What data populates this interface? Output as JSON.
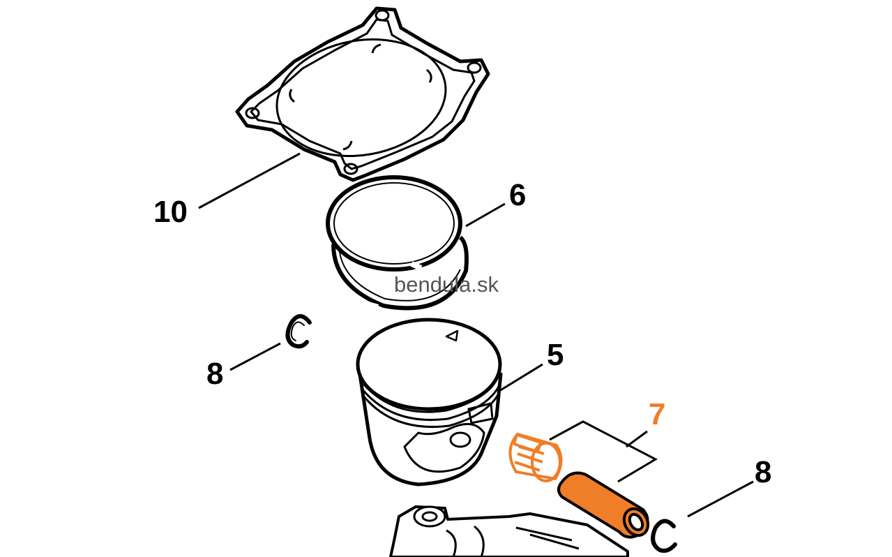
{
  "watermark": "bendula.sk",
  "labels": {
    "gasket": "10",
    "rings": "6",
    "circlip_left": "8",
    "piston": "5",
    "bearing_pin": "7",
    "circlip_right": "8"
  },
  "colors": {
    "line": "#000000",
    "highlight": "#f07d28",
    "watermark": "#555555"
  }
}
